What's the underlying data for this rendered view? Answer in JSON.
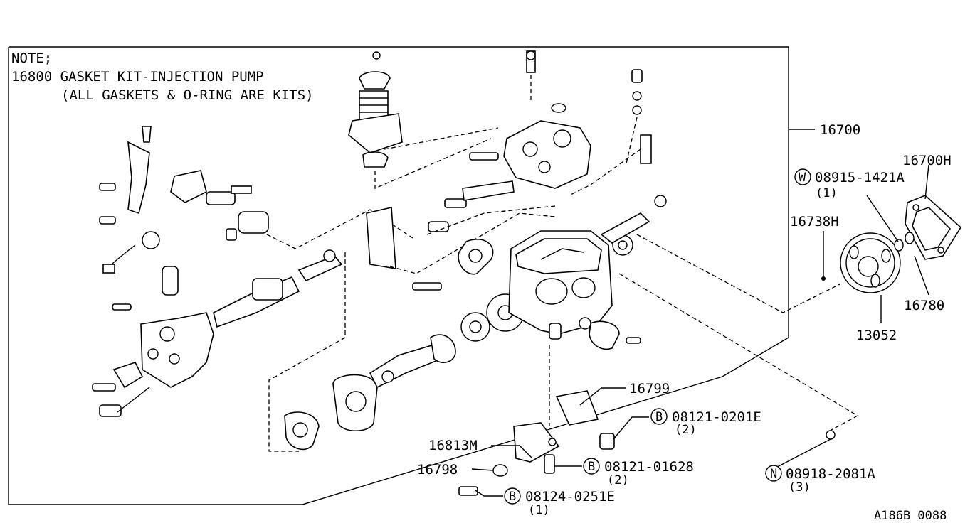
{
  "note": {
    "line1": "NOTE;",
    "line2": "16800 GASKET KIT-INJECTION PUMP",
    "line3": "(ALL GASKETS & O-RING ARE KITS)"
  },
  "parts": {
    "p16700": "16700",
    "p16700H": "16700H",
    "p16738H": "16738H",
    "p16780": "16780",
    "p13052": "13052",
    "p16799": "16799",
    "p16813M": "16813M",
    "p16798": "16798"
  },
  "fasteners": {
    "w": {
      "symbol": "W",
      "code": "08915-1421A",
      "qty": "(1)"
    },
    "b1": {
      "symbol": "B",
      "code": "08121-0201E",
      "qty": "(2)"
    },
    "b2": {
      "symbol": "B",
      "code": "08121-01628",
      "qty": "(2)"
    },
    "b3": {
      "symbol": "B",
      "code": "08124-0251E",
      "qty": "(1)"
    },
    "n": {
      "symbol": "N",
      "code": "08918-2081A",
      "qty": "(3)"
    }
  },
  "diagram_id": "A186B 0088"
}
